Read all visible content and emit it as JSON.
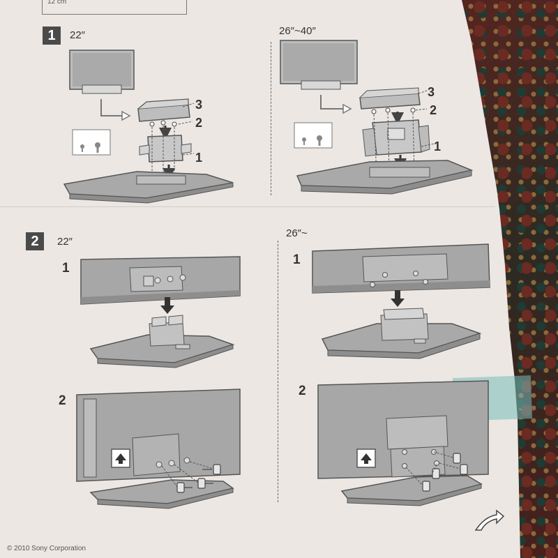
{
  "top_note": "12 cm",
  "steps": [
    {
      "number": "1",
      "left_label": "22″",
      "right_label": "26″~40″"
    },
    {
      "number": "2",
      "left_label": "22″",
      "right_label": "26″~"
    }
  ],
  "step1": {
    "callouts": [
      "3",
      "2",
      "1"
    ],
    "ok_mark": "✓",
    "ng_mark": "✕"
  },
  "step2": {
    "sub1": "1",
    "sub2": "2"
  },
  "copyright": "© 2010 Sony Corporation"
}
